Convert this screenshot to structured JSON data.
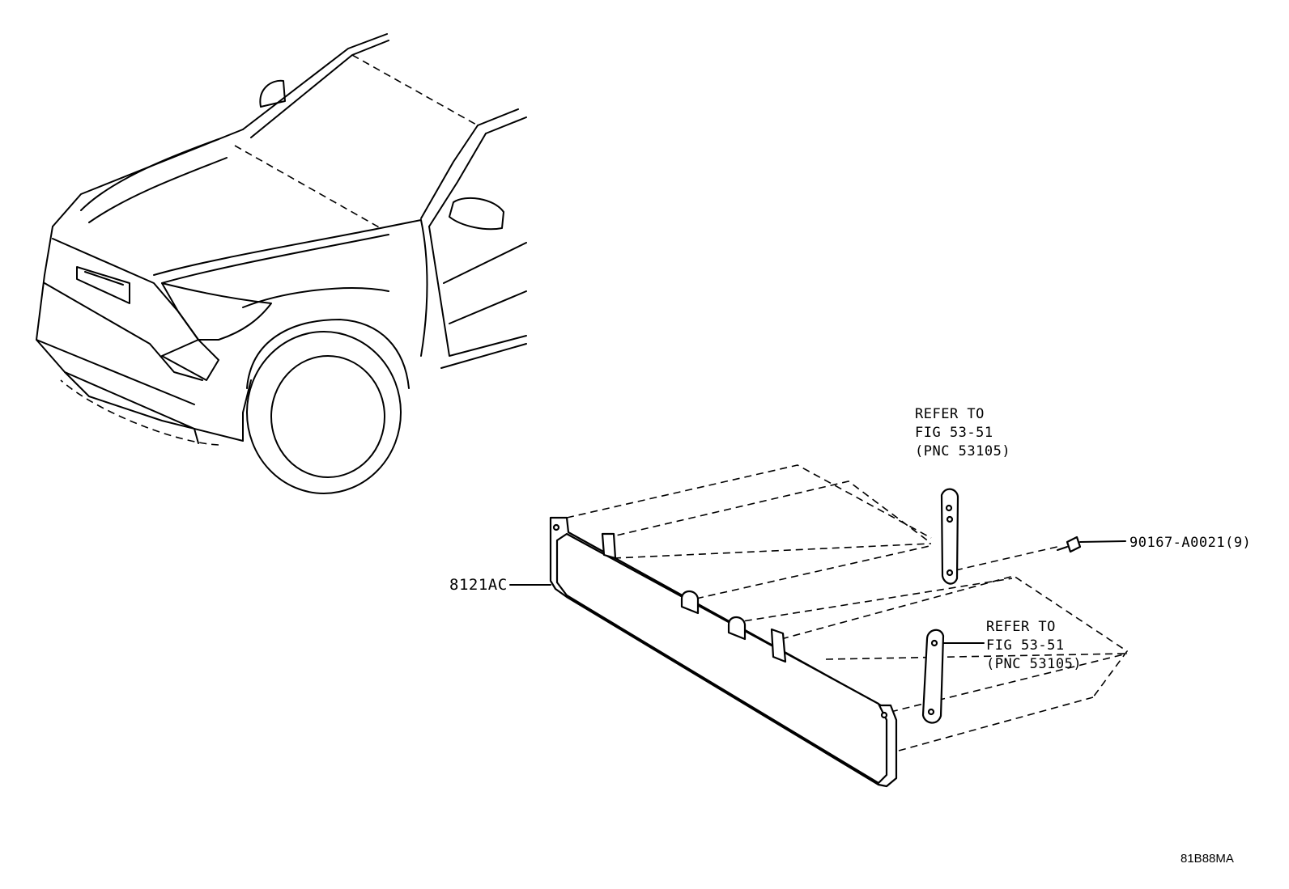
{
  "labels": {
    "part_8121ac": "8121AC",
    "bolt": "90167-A0021(9)",
    "refer_upper": [
      "REFER TO",
      "FIG 53-51",
      "(PNC 53105)"
    ],
    "refer_lower": [
      "REFER TO",
      "FIG 53-51",
      "(PNC 53105)"
    ],
    "figure_code": "81B88MA"
  }
}
